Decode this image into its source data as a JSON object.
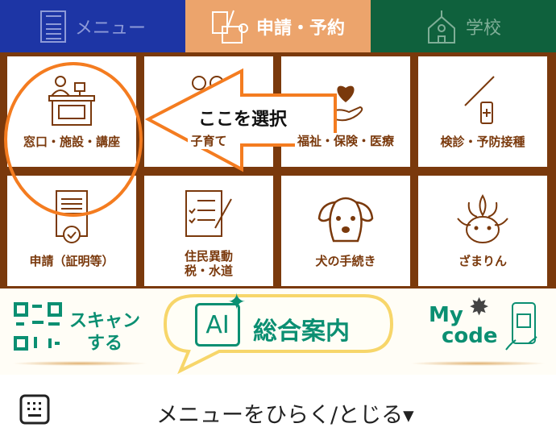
{
  "tabs": [
    {
      "label": "メニュー",
      "icon": "menu-icon"
    },
    {
      "label": "申請・予約",
      "icon": "form-calendar-icon"
    },
    {
      "label": "学校",
      "icon": "school-icon"
    }
  ],
  "tiles": [
    {
      "label": "窓口・施設・講座",
      "icon": "reception-desk-icon"
    },
    {
      "label": "子育て",
      "icon": "family-icon"
    },
    {
      "label": "福祉・保険・医療",
      "icon": "heart-hand-icon"
    },
    {
      "label": "検診・予防接種",
      "icon": "syringe-icon"
    },
    {
      "label": "申請（証明等）",
      "icon": "certificate-icon"
    },
    {
      "label": "住民異動",
      "label2": "税・水道",
      "icon": "checklist-icon"
    },
    {
      "label": "犬の手続き",
      "icon": "dog-icon"
    },
    {
      "label": "ざまりん",
      "icon": "mascot-icon"
    }
  ],
  "annotation": {
    "text": "ここを選択",
    "color": "#f47c20"
  },
  "banner": {
    "scan_line1": "スキャン",
    "scan_line2": "する",
    "ai_badge": "AI",
    "ai_label": "総合案内",
    "mycode_line1": "My",
    "mycode_line2": "code"
  },
  "footer": {
    "toggle_label": "メニューをひらく/とじる▾"
  },
  "colors": {
    "menu_tab": "#1d35a5",
    "apply_tab": "#eca46c",
    "school_tab": "#0f613d",
    "grid_border": "#7a390c",
    "accent_green": "#0b8f72"
  }
}
